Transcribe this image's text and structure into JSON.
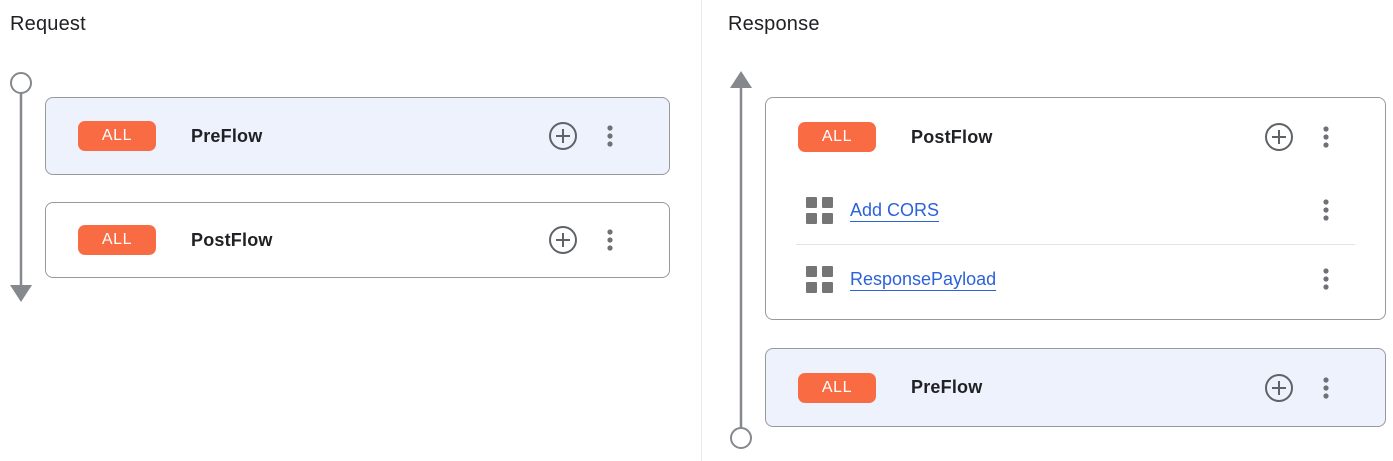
{
  "request": {
    "title": "Request",
    "flows": [
      {
        "badge": "ALL",
        "name": "PreFlow"
      },
      {
        "badge": "ALL",
        "name": "PostFlow"
      }
    ]
  },
  "response": {
    "title": "Response",
    "postflow": {
      "badge": "ALL",
      "name": "PostFlow",
      "policies": [
        {
          "name": "Add CORS"
        },
        {
          "name": "ResponsePayload"
        }
      ]
    },
    "preflow": {
      "badge": "ALL",
      "name": "PreFlow"
    }
  },
  "colors": {
    "badge_orange": "#F96B43",
    "selected_flow_bg": "#EDF2FC",
    "policy_link_blue": "#2B62D9",
    "card_border": "#97999E",
    "icon_gray": "#5F6368",
    "timeline_gray": "#85888C"
  },
  "icons": {
    "add_policy": "plus-circle-icon",
    "more_options": "kebab-menu-icon",
    "policy": "policy-grid-icon",
    "request_direction": "arrow-down-icon",
    "response_direction": "arrow-up-icon"
  }
}
